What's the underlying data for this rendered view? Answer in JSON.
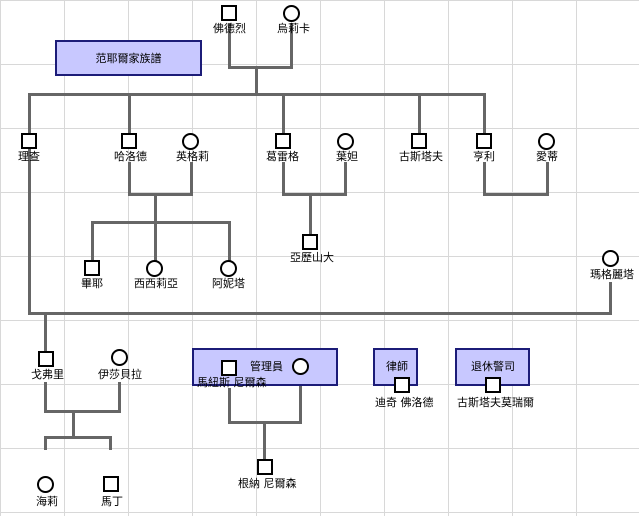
{
  "title": "范耶爾家族譜",
  "nodes": {
    "fodelie": "佛德烈",
    "ulika": "烏莉卡",
    "richard": "理查",
    "harold": "哈洛德",
    "ingrid": "英格莉",
    "gregor": "葛雷格",
    "aunt": "葉妲",
    "gustav": "古斯塔夫",
    "henrik": "亨利",
    "isabella": "愛蒂",
    "birger": "畢耶",
    "cecilia": "西西莉亞",
    "anita": "阿妮塔",
    "alexander": "亞歷山大",
    "martha": "瑪格麗塔",
    "gottfried": "戈弗里",
    "isabel": "伊莎貝拉",
    "harriet": "海莉",
    "martin": "馬丁",
    "hans": "根納 尼爾森"
  },
  "boxes": {
    "manager": {
      "title": "管理員",
      "name": "馬紐斯 尼爾森"
    },
    "lawyer": {
      "title": "律師",
      "name": "迪奇 佛洛德"
    },
    "police": {
      "title": "退休警司",
      "name": "古斯塔夫莫瑞爾"
    }
  }
}
